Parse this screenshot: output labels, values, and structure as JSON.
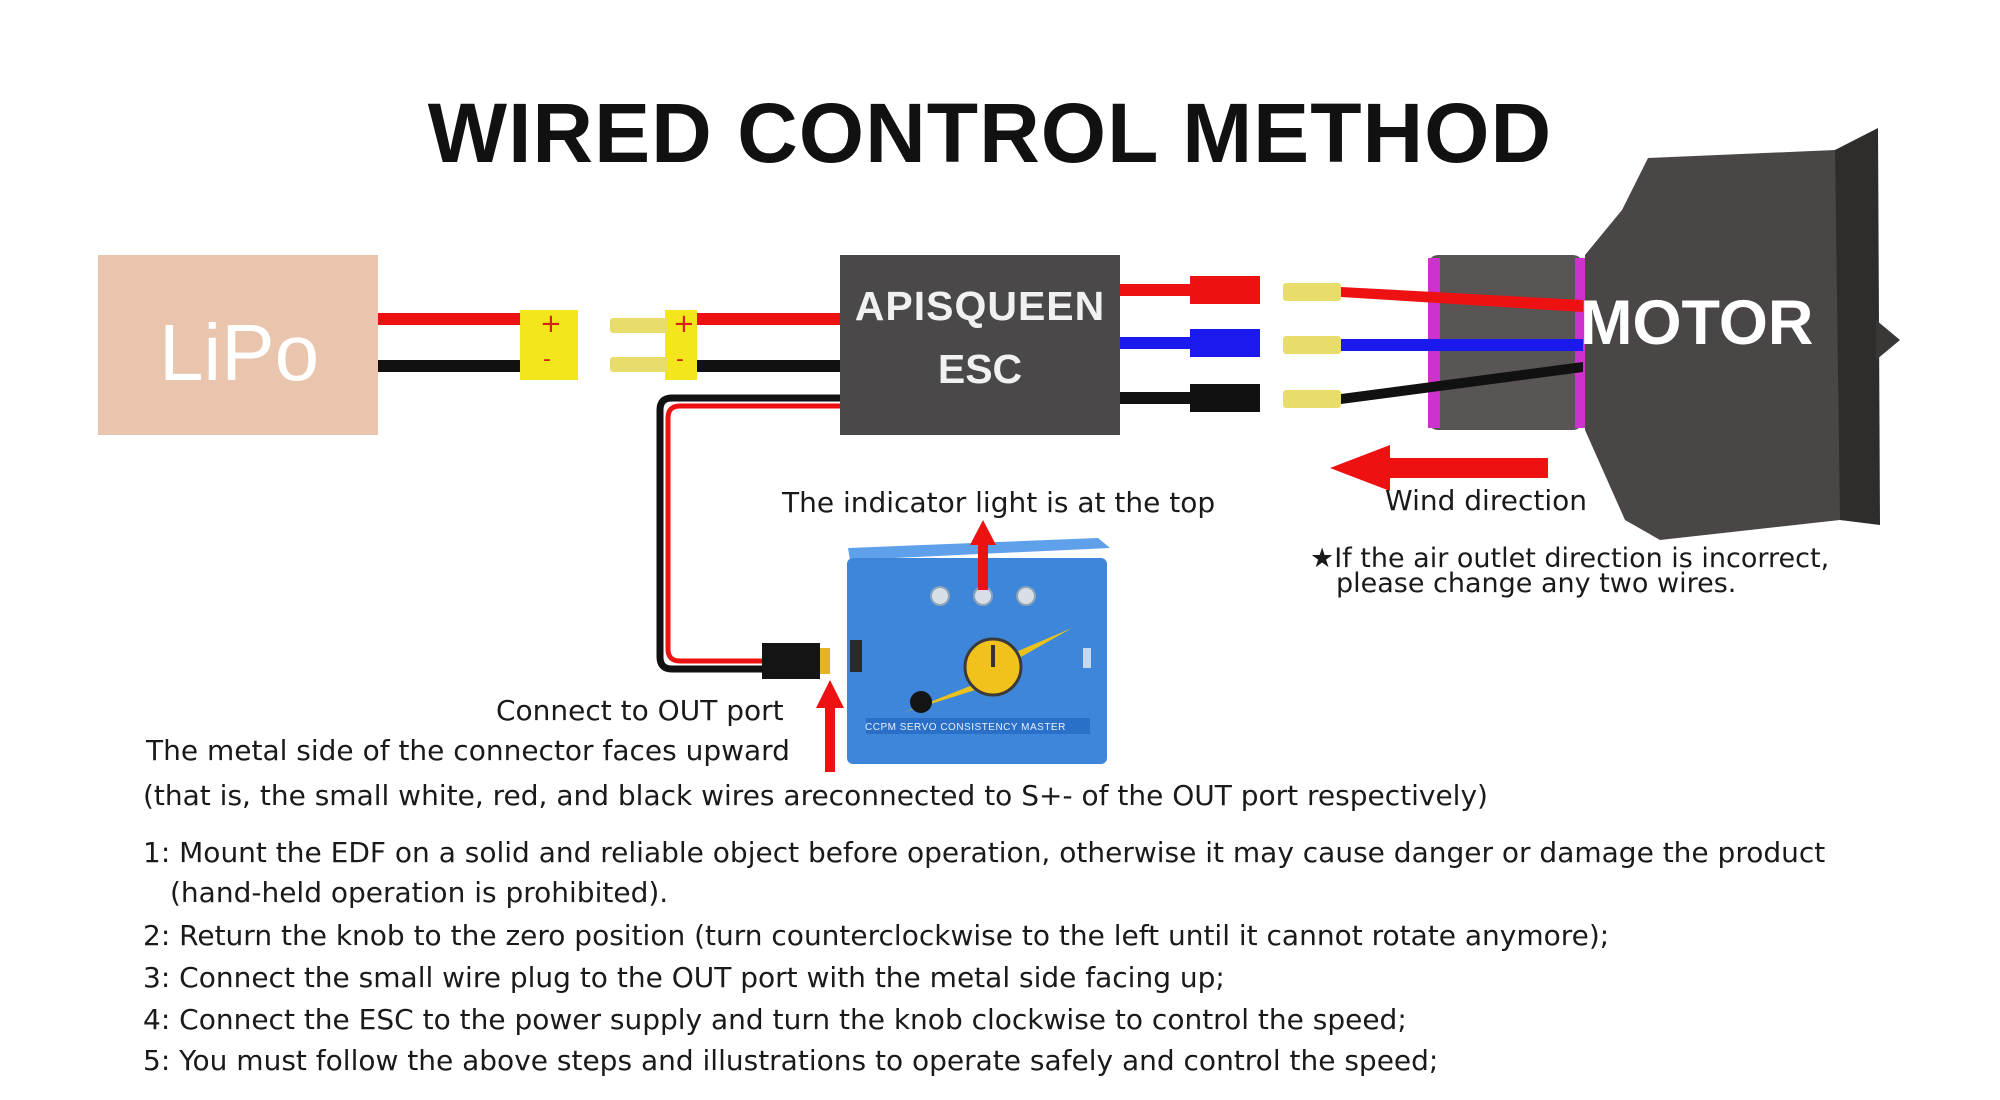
{
  "title": "WIRED CONTROL METHOD",
  "battery": {
    "label": "LiPo"
  },
  "connector": {
    "plus": "+",
    "minus": "-"
  },
  "esc": {
    "line1": "APISQUEEN",
    "line2": "ESC"
  },
  "motor": {
    "label": "MOTOR"
  },
  "indicator_note": "The indicator light is at the top",
  "wind_direction": "Wind direction",
  "warning": {
    "line1": "★If the air outlet direction is incorrect,",
    "line2": "please change any two wires."
  },
  "servo_tester": {
    "label": "CCPM SERVO CONSISTENCY MASTER"
  },
  "out_port_note": "Connect to OUT port",
  "metal_side_note": "The metal side of the connector faces upward",
  "wire_note": "(that is, the small white, red, and black wires areconnected to S+- of the OUT port respectively)",
  "steps": [
    "1: Mount the EDF on a solid and reliable object before operation, otherwise it may cause danger or damage the product",
    "(hand-held operation is prohibited).",
    "2: Return the knob to the zero position (turn counterclockwise to the left until it cannot rotate anymore);",
    "3: Connect the small wire plug to the OUT port with the metal side facing up;",
    "4: Connect the ESC to the power supply and turn the knob clockwise to control the speed;",
    "5: You must follow the above steps and illustrations to operate safely and control the speed;"
  ],
  "colors": {
    "lipo": "#e9c5ae",
    "esc": "#4a4848",
    "motor": "#4b4646",
    "motor_ring": "#cc33cc",
    "wire_red": "#ee1111",
    "wire_blue": "#1a1aee",
    "wire_black": "#111111",
    "connector_yellow": "#f3e61c",
    "bullet": "#e8dc6a",
    "tester_blue": "#3e86d9",
    "arrow_red": "#ee1111"
  }
}
